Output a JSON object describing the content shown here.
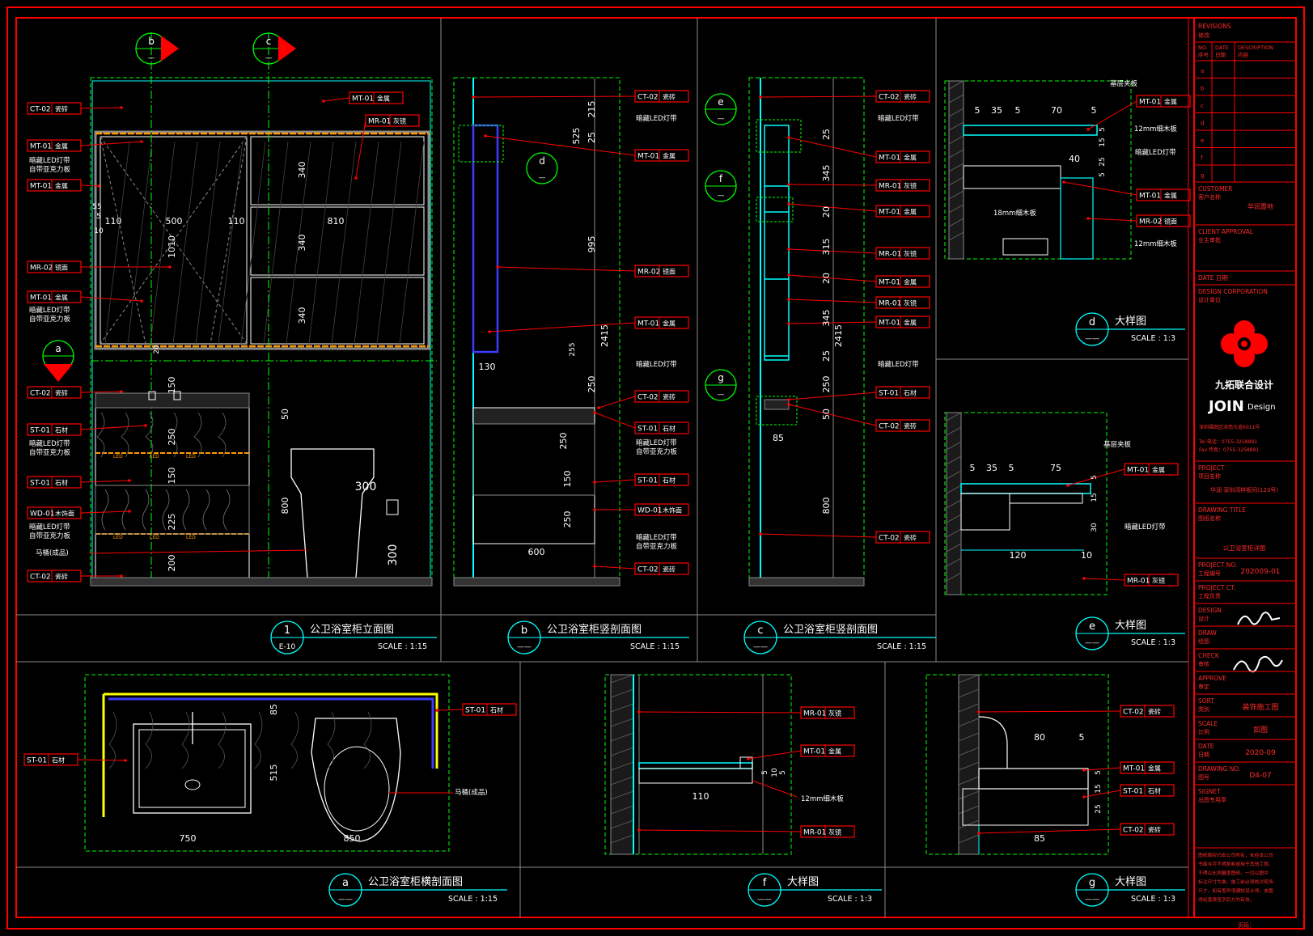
{
  "drawing": {
    "colors": {
      "frame": "#ff0000",
      "cyan": "#00ffff",
      "green": "#00ff00",
      "white": "#ffffff",
      "yellow": "#ffff00",
      "blue": "#3c3cff",
      "orange": "#ff9900",
      "grey": "#8a8a8a",
      "red_label": "#ff2a2a"
    },
    "views": [
      {
        "id": "v1",
        "symbol": "1",
        "sub": "E-10",
        "title": "公卫浴室柜立面图",
        "scale": "SCALE : 1:15"
      },
      {
        "id": "vb",
        "symbol": "b",
        "sub": "——",
        "title": "公卫浴室柜竖剖面图",
        "scale": "SCALE : 1:15"
      },
      {
        "id": "vc",
        "symbol": "c",
        "sub": "——",
        "title": "公卫浴室柜竖剖面图",
        "scale": "SCALE : 1:15"
      },
      {
        "id": "vd",
        "symbol": "d",
        "sub": "——",
        "title": "大样图",
        "scale": "SCALE : 1:3"
      },
      {
        "id": "ve",
        "symbol": "e",
        "sub": "——",
        "title": "大样图",
        "scale": "SCALE : 1:3"
      },
      {
        "id": "va",
        "symbol": "a",
        "sub": "——",
        "title": "公卫浴室柜横剖面图",
        "scale": "SCALE : 1:15"
      },
      {
        "id": "vf",
        "symbol": "f",
        "sub": "——",
        "title": "大样图",
        "scale": "SCALE : 1:3"
      },
      {
        "id": "vg",
        "symbol": "g",
        "sub": "——",
        "title": "大样图",
        "scale": "SCALE : 1:3"
      }
    ],
    "markers": {
      "b": "b",
      "c": "c",
      "a": "a",
      "d": "d",
      "e": "e",
      "f": "f",
      "g": "g",
      "dash": "—"
    },
    "elevation_labels": [
      {
        "code": "CT-02",
        "name": "瓷砖"
      },
      {
        "code": "MT-01",
        "name": "金属"
      },
      {
        "code": "MT-01",
        "name": "金属"
      },
      {
        "code": "MR-02",
        "name": "镜面"
      },
      {
        "code": "MT-01",
        "name": "金属"
      },
      {
        "code": "CT-02",
        "name": "瓷砖"
      },
      {
        "code": "ST-01",
        "name": "石材"
      },
      {
        "code": "ST-01",
        "name": "石材"
      },
      {
        "code": "WD-01",
        "name": "木饰面"
      },
      {
        "code": "CT-02",
        "name": "瓷砖"
      }
    ],
    "elevation_notes": {
      "led1": "暗藏LED灯带",
      "led2": "自带亚克力板",
      "toilet": "马桶(成品)",
      "mt_top": "MT-01",
      "mt_top_name": "金属",
      "mr_top": "MR-01",
      "mr_top_name": "灰镜"
    },
    "elevation_dims": {
      "d110a": "110",
      "d500": "500",
      "d110b": "110",
      "d810": "810",
      "d1010": "1010",
      "d340a": "340",
      "d340b": "340",
      "d340c": "340",
      "d150": "150",
      "d250": "250",
      "d150b": "150",
      "d225": "225",
      "d200": "200",
      "d800": "800",
      "d300a": "300",
      "d300b": "300",
      "d50": "50",
      "d55": "55",
      "d5": "5",
      "d10": "10",
      "d20": "20",
      "led": "LED"
    },
    "section_b_labels": [
      {
        "code": "CT-02",
        "name": "瓷砖"
      },
      {
        "code": "MT-01",
        "name": "金属"
      },
      {
        "code": "MR-02",
        "name": "镜面"
      },
      {
        "code": "MT-01",
        "name": "金属"
      },
      {
        "code": "CT-02",
        "name": "瓷砖"
      },
      {
        "code": "ST-01",
        "name": "石材"
      },
      {
        "code": "ST-01",
        "name": "石材"
      },
      {
        "code": "WD-01",
        "name": "木饰面"
      },
      {
        "code": "CT-02",
        "name": "瓷砖"
      }
    ],
    "section_b_dims": {
      "d215": "215",
      "d525": "525",
      "d25": "25",
      "d995": "995",
      "d2415": "2415",
      "d130": "130",
      "d250": "250",
      "d150": "150",
      "d250b": "250",
      "d600": "600",
      "d255": "255",
      "d25b": "25"
    },
    "section_c_labels": [
      {
        "code": "CT-02",
        "name": "瓷砖"
      },
      {
        "code": "MT-01",
        "name": "金属"
      },
      {
        "code": "MR-01",
        "name": "灰镜"
      },
      {
        "code": "MT-01",
        "name": "金属"
      },
      {
        "code": "MR-01",
        "name": "灰镜"
      },
      {
        "code": "MT-01",
        "name": "金属"
      },
      {
        "code": "MR-01",
        "name": "灰镜"
      },
      {
        "code": "MT-01",
        "name": "金属"
      },
      {
        "code": "CT-02",
        "name": "瓷砖"
      },
      {
        "code": "ST-01",
        "name": "石材"
      },
      {
        "code": "CT-02",
        "name": "瓷砖"
      }
    ],
    "section_c_dims": {
      "d25": "25",
      "d345": "345",
      "d20": "20",
      "d315": "315",
      "d20b": "20",
      "d345b": "345",
      "d25b": "25",
      "d2415": "2415",
      "d250": "250",
      "d50": "50",
      "d85": "85",
      "d800": "800"
    },
    "detail_d": {
      "labels": [
        {
          "code": "MT-01",
          "name": "金属"
        },
        {
          "code": "MT-01",
          "name": "金属"
        },
        {
          "code": "MR-02",
          "name": "镜面"
        }
      ],
      "notes": {
        "plywood": "基层夹板",
        "board12": "12mm细木板",
        "led": "暗藏LED灯带",
        "board18": "18mm细木板",
        "board12b": "12mm细木板"
      },
      "dims": {
        "d5a": "5",
        "d35": "35",
        "d5b": "5",
        "d70": "70",
        "d5c": "5",
        "d40": "40",
        "d5d": "5",
        "d15": "15",
        "d25": "25",
        "d5e": "5"
      }
    },
    "detail_e": {
      "labels": [
        {
          "code": "MT-01",
          "name": "金属"
        },
        {
          "code": "MR-01",
          "name": "灰镜"
        }
      ],
      "notes": {
        "plywood": "基层夹板",
        "led": "暗藏LED灯带"
      },
      "dims": {
        "d5a": "5",
        "d35": "35",
        "d5b": "5",
        "d75": "75",
        "d5c": "5",
        "d15": "15",
        "d30": "30",
        "d120": "120",
        "d10": "10"
      }
    },
    "plan_a": {
      "labels": [
        {
          "code": "ST-01",
          "name": "石材"
        },
        {
          "code": "ST-01",
          "name": "石材"
        }
      ],
      "notes": {
        "toilet": "马桶(成品)"
      },
      "dims": {
        "d85": "85",
        "d515": "515",
        "d750": "750",
        "d850": "850"
      }
    },
    "detail_f": {
      "labels": [
        {
          "code": "MR-01",
          "name": "灰镜"
        },
        {
          "code": "MT-01",
          "name": "金属"
        },
        {
          "code": "MR-01",
          "name": "灰镜"
        }
      ],
      "notes": {
        "board12": "12mm细木板"
      },
      "dims": {
        "d5": "5",
        "d10": "10",
        "d5b": "5",
        "d110": "110"
      }
    },
    "detail_g": {
      "labels": [
        {
          "code": "CT-02",
          "name": "瓷砖"
        },
        {
          "code": "MT-01",
          "name": "金属"
        },
        {
          "code": "ST-01",
          "name": "石材"
        },
        {
          "code": "CT-02",
          "name": "瓷砖"
        }
      ],
      "dims": {
        "d80": "80",
        "d5": "5",
        "d5b": "5",
        "d15": "15",
        "d25": "25",
        "d85": "85"
      }
    }
  },
  "title_block": {
    "revisions": "REVISIONS",
    "revisions_cn": "修改",
    "col_no": "NO.",
    "col_no_cn": "序号",
    "col_date": "DATE",
    "col_date_cn": "日期",
    "col_desc": "DESCRIPTION",
    "col_desc_cn": "内容",
    "rev_rows": [
      "a",
      "b",
      "c",
      "d",
      "e",
      "f",
      "g"
    ],
    "customer": "CUSTOMER",
    "customer_cn": "客户名称",
    "customer_value": "华润置地",
    "client_approval": "CLIENT APPROVAL",
    "client_approval_cn": "业主审批",
    "date_label": "DATE 日期",
    "design_corp": "DESIGN CORPORATION",
    "design_corp_cn": "设计单位",
    "company_cn": "九拓联合设计",
    "company_en": "JOIN",
    "company_en2": "Design",
    "addr1": "深圳福田区深南大道6011号",
    "tel": "Tel 电话：0755-3258891",
    "fax": "Fax 传真：0755-3258891",
    "project": "PROJECT",
    "project_cn": "项目名称",
    "project_value": "华润·深圳湾样板间(123号)",
    "drawing_title": "DRAWING TITLE",
    "drawing_title_cn": "图纸名称",
    "drawing_title_value": "公卫浴室柜详图",
    "project_no": "PROJECT NO.",
    "project_no_cn": "工程编号",
    "project_no_value": "202009-01",
    "project_ct": "PROJECT CT.",
    "project_ct_cn": "工程负责",
    "design": "DESIGN",
    "design_cn": "设计",
    "draw": "DRAW",
    "draw_cn": "绘图",
    "check": "CHECK",
    "check_cn": "审核",
    "approve": "APPROVE",
    "approve_cn": "审定",
    "sort": "SORT",
    "sort_cn": "类别",
    "sort_value": "装饰施工图",
    "scale": "SCALE",
    "scale_cn": "比例",
    "scale_value": "如图",
    "date": "DATE",
    "date_cn": "日期",
    "date_value": "2020-09",
    "drawing_no": "DRAWING NO.",
    "drawing_no_cn": "图号",
    "drawing_no_value": "D4-07",
    "signet": "SIGNET",
    "signet_cn": "出图专用章",
    "notes": [
      "图纸版权归本公司所有，未经本公司",
      "书面许可不得复制或用于其他工程。",
      "不得以比例量度图纸，一切以图中",
      "标注尺寸为准。施工前必须核对现场",
      "尺寸，如有差异须通知设计师。本图",
      "须经盖章签字后方为有效。"
    ],
    "page": "页码："
  }
}
